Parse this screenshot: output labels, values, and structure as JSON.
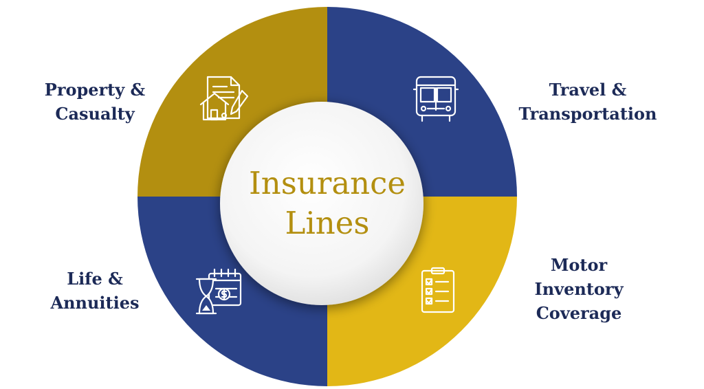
{
  "title": {
    "line1": "Insurance",
    "line2": "Lines"
  },
  "segments": [
    {
      "id": "property",
      "lines": [
        "Property &",
        "Casualty"
      ],
      "color": "#b38f10",
      "icon": "property-document-house-icon"
    },
    {
      "id": "travel",
      "lines": [
        "Travel &",
        "Transportation"
      ],
      "color": "#2b4287",
      "icon": "bus-icon"
    },
    {
      "id": "motor",
      "lines": [
        "Motor",
        "Inventory",
        "Coverage"
      ],
      "color": "#e2b716",
      "icon": "checklist-clipboard-icon"
    },
    {
      "id": "life",
      "lines": [
        "Life &",
        "Annuities"
      ],
      "color": "#2b4287",
      "icon": "hourglass-calendar-dollar-icon"
    }
  ],
  "colors": {
    "text_dark": "#1c2a57",
    "title_gold": "#b38f10",
    "icon_stroke": "#ffffff"
  }
}
